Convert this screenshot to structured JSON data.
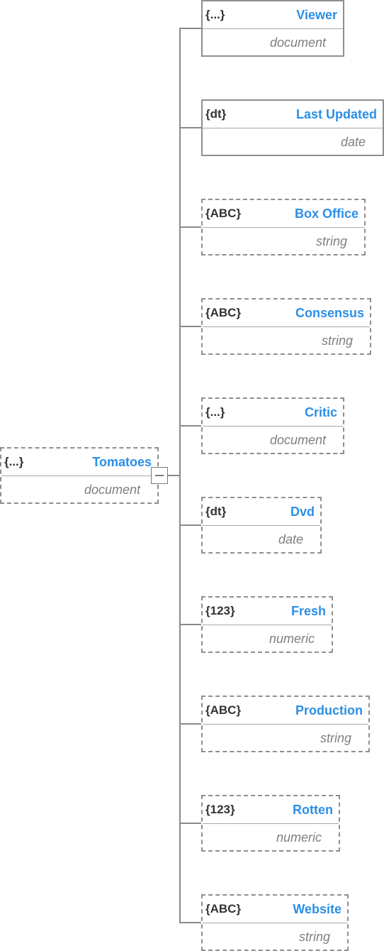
{
  "root": {
    "type_icon": "{...}",
    "name": "Tomatoes",
    "type": "document",
    "expanded": true
  },
  "fields": [
    {
      "type_icon": "{...}",
      "name": "Viewer",
      "type": "document",
      "border": "solid"
    },
    {
      "type_icon": "{dt}",
      "name": "Last Updated",
      "type": "date",
      "border": "solid"
    },
    {
      "type_icon": "{ABC}",
      "name": "Box Office",
      "type": "string",
      "border": "dashed"
    },
    {
      "type_icon": "{ABC}",
      "name": "Consensus",
      "type": "string",
      "border": "dashed"
    },
    {
      "type_icon": "{...}",
      "name": "Critic",
      "type": "document",
      "border": "dashed"
    },
    {
      "type_icon": "{dt}",
      "name": "Dvd",
      "type": "date",
      "border": "dashed"
    },
    {
      "type_icon": "{123}",
      "name": "Fresh",
      "type": "numeric",
      "border": "dashed"
    },
    {
      "type_icon": "{ABC}",
      "name": "Production",
      "type": "string",
      "border": "dashed"
    },
    {
      "type_icon": "{123}",
      "name": "Rotten",
      "type": "numeric",
      "border": "dashed"
    },
    {
      "type_icon": "{ABC}",
      "name": "Website",
      "type": "string",
      "border": "dashed"
    }
  ],
  "colors": {
    "field_name": "#2b8fe6",
    "type_icon": "#333333",
    "field_type": "#7f7f7f",
    "border": "#8f8f8f",
    "connector": "#8a8a8a"
  }
}
